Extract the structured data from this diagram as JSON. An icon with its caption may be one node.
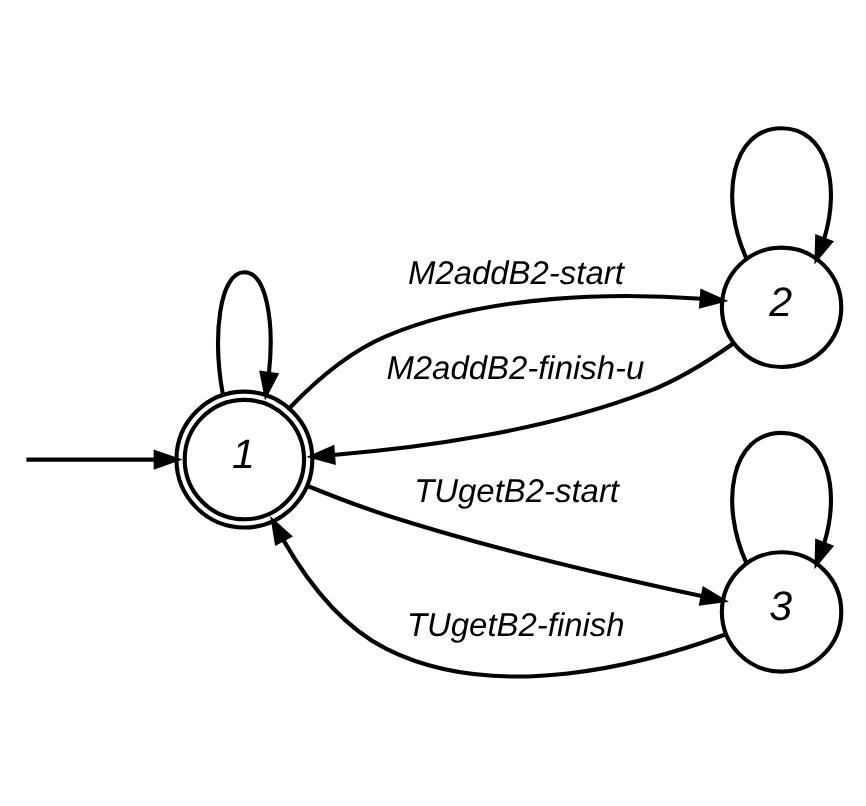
{
  "diagram": {
    "nodes": [
      {
        "text": [
          "1"
        ]
      },
      {
        "text": [
          "2"
        ]
      },
      {
        "text": [
          "3"
        ]
      }
    ],
    "edges": [
      {
        "from": 0,
        "to": 0,
        "arrow": "to"
      },
      {
        "from": null,
        "to": 0,
        "arrow": "to"
      },
      {
        "from": 0,
        "to": 1,
        "arrow": "to",
        "label": "M2addB2-start"
      },
      {
        "from": 1,
        "to": 1,
        "arrow": "to"
      },
      {
        "from": 1,
        "to": 0,
        "arrow": "to",
        "label": "M2addB2-finish-u"
      },
      {
        "from": 0,
        "to": 2,
        "arrow": "to",
        "label": "TUgetB2-start"
      },
      {
        "from": 2,
        "to": 0,
        "arrow": "to",
        "label": "TUgetB2-finish"
      },
      {
        "from": 2,
        "to": 2,
        "arrow": "to"
      }
    ]
  }
}
